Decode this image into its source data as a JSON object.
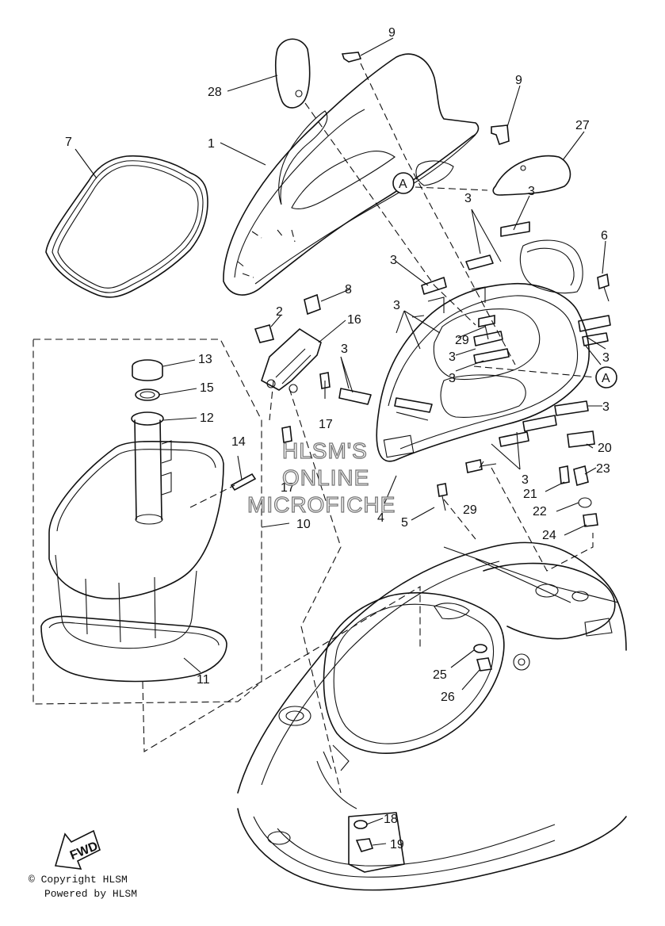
{
  "watermark": {
    "line1": "HLSM'S",
    "line2": "ONLINE",
    "line3": "MICROFICHE"
  },
  "footer": {
    "copyright": "© Copyright HLSM",
    "powered": "Powered by HLSM"
  },
  "fwd_label": "FWD",
  "callout_A": "A",
  "parts": {
    "p1": "1",
    "p2": "2",
    "p3": "3",
    "p4": "4",
    "p5": "5",
    "p6": "6",
    "p7": "7",
    "p8": "8",
    "p9": "9",
    "p10": "10",
    "p11": "11",
    "p12": "12",
    "p13": "13",
    "p14": "14",
    "p15": "15",
    "p16": "16",
    "p17": "17",
    "p18": "18",
    "p19": "19",
    "p20": "20",
    "p21": "21",
    "p22": "22",
    "p23": "23",
    "p24": "24",
    "p25": "25",
    "p26": "26",
    "p27": "27",
    "p28": "28",
    "p29": "29"
  }
}
